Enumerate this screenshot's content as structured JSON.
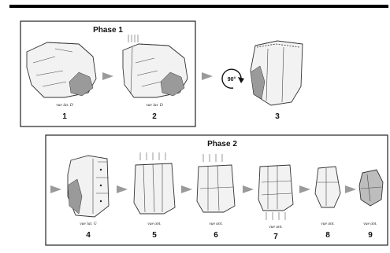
{
  "phase1": {
    "title": "Phase 1"
  },
  "phase2": {
    "title": "Phase 2"
  },
  "rotation_label": "90°",
  "figures": [
    {
      "number": "1",
      "caption": "vue lat. D"
    },
    {
      "number": "2",
      "caption": "vue lat. D"
    },
    {
      "number": "3",
      "caption": ""
    },
    {
      "number": "4",
      "caption": "vue lat. G"
    },
    {
      "number": "5",
      "caption": "vue ant."
    },
    {
      "number": "6",
      "caption": "vue ant."
    },
    {
      "number": "7",
      "caption": "vue ant."
    },
    {
      "number": "8",
      "caption": "vue ant."
    },
    {
      "number": "9",
      "caption": "vue ant."
    }
  ]
}
